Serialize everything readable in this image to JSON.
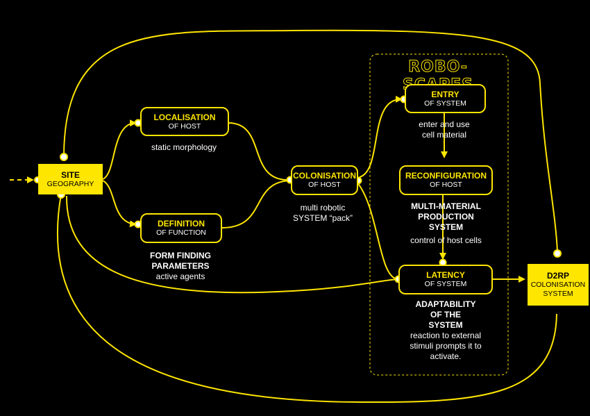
{
  "brand": "ROBO-SCAPES",
  "nodes": {
    "site": {
      "title": "SITE",
      "sub": "GEOGRAPHY"
    },
    "localisation": {
      "title": "LOCALISATION",
      "sub": "OF HOST"
    },
    "definition": {
      "title": "DEFINITION",
      "sub": "OF FUNCTION"
    },
    "colonisation": {
      "title": "COLONISATION",
      "sub": "OF HOST"
    },
    "entry": {
      "title": "ENTRY",
      "sub": "OF SYSTEM"
    },
    "reconfiguration": {
      "title": "RECONFIGURATION",
      "sub": "OF HOST"
    },
    "latency": {
      "title": "LATENCY",
      "sub": "OF SYSTEM"
    },
    "d2rp": {
      "title": "D2RP",
      "sub": "COLONISATION SYSTEM"
    }
  },
  "notes": {
    "localisation": "static morphology",
    "definition": {
      "bold1": "FORM FINDING",
      "bold2": "PARAMETERS",
      "text": "active agents"
    },
    "colonisation": {
      "line1": "multi robotic",
      "line2": "SYSTEM “pack”"
    },
    "entry": {
      "line1": "enter and use",
      "line2": "cell material"
    },
    "reconfiguration": {
      "bold1": "MULTI-MATERIAL",
      "bold2": "PRODUCTION",
      "bold3": "SYSTEM",
      "text": "control of host cells"
    },
    "latency": {
      "bold1": "ADAPTABILITY",
      "bold2": "OF THE",
      "bold3": "SYSTEM",
      "line1": "reaction to external",
      "line2": "stimuli prompts it to",
      "line3": "activate."
    }
  },
  "colors": {
    "accent": "#ffe600",
    "background": "#000000",
    "text": "#ffffff"
  }
}
